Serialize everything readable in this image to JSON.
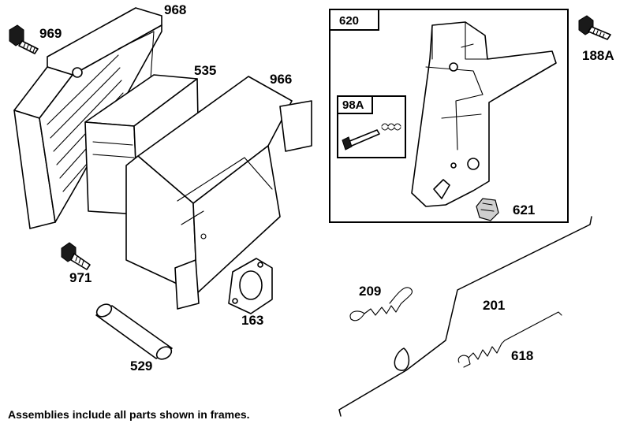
{
  "labels": {
    "p968": "968",
    "p969": "969",
    "p535": "535",
    "p966": "966",
    "p971": "971",
    "p163": "163",
    "p529": "529",
    "p620": "620",
    "p98a": "98A",
    "p621": "621",
    "p188a": "188A",
    "p209": "209",
    "p201": "201",
    "p618": "618"
  },
  "footnote": "Assemblies include all parts shown in frames."
}
